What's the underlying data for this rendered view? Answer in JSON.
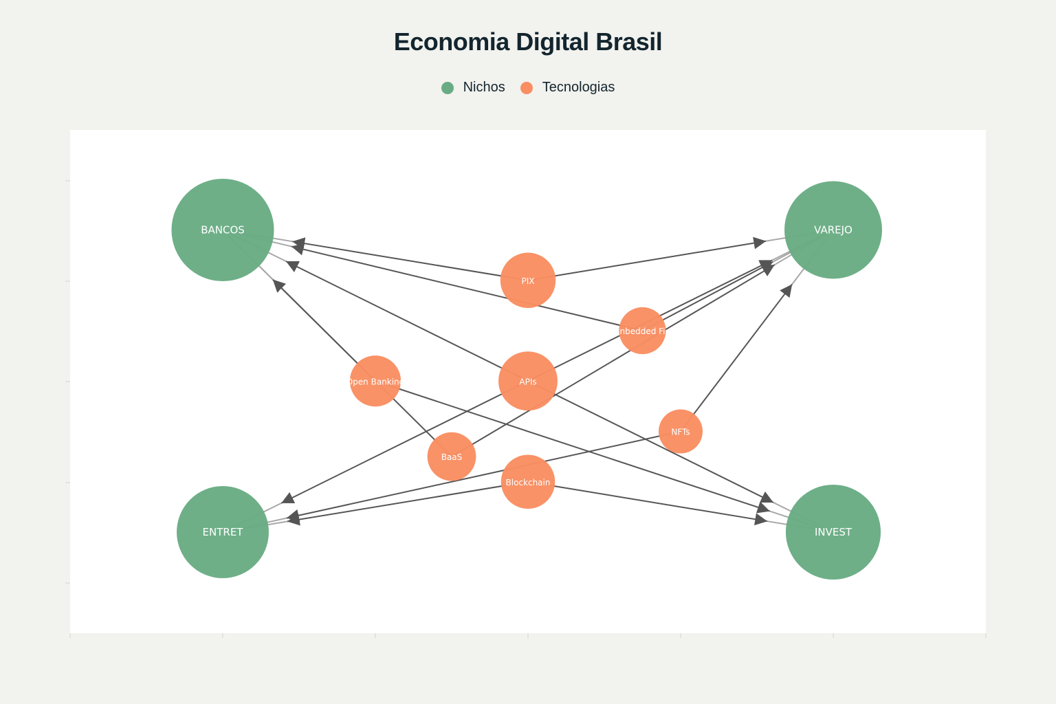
{
  "title": "Economia Digital Brasil",
  "legend": [
    {
      "label": "Nichos",
      "color": "#69ac84"
    },
    {
      "label": "Tecnologias",
      "color": "#f98e62"
    }
  ],
  "colors": {
    "niche": "#69ac84",
    "tech": "#f98e62",
    "edge": "#555555",
    "plot_bg": "#ffffff",
    "page_bg": "#f2f2ee"
  },
  "nodes": [
    {
      "id": "BANCOS",
      "label": "BANCOS",
      "group": "Nichos",
      "x": 0,
      "y": 3,
      "weight": 5
    },
    {
      "id": "VAREJO",
      "label": "VAREJO",
      "group": "Nichos",
      "x": 4,
      "y": 3,
      "weight": 4
    },
    {
      "id": "ENTRET",
      "label": "ENTRET",
      "group": "Nichos",
      "x": 0,
      "y": 0,
      "weight": 3
    },
    {
      "id": "INVEST",
      "label": "INVEST",
      "group": "Nichos",
      "x": 4,
      "y": 0,
      "weight": 3.5
    },
    {
      "id": "PIX",
      "label": "PIX",
      "group": "Tecnologias",
      "x": 2,
      "y": 2.5,
      "weight": 2.4
    },
    {
      "id": "EMBFIN",
      "label": "nbedded Fi",
      "group": "Tecnologias",
      "x": 2.75,
      "y": 2,
      "weight": 1.3
    },
    {
      "id": "OPENB",
      "label": "Open Banking",
      "group": "Tecnologias",
      "x": 1,
      "y": 1.5,
      "weight": 1.8
    },
    {
      "id": "APIS",
      "label": "APIs",
      "group": "Tecnologias",
      "x": 2,
      "y": 1.5,
      "weight": 3
    },
    {
      "id": "NFTS",
      "label": "NFTs",
      "group": "Tecnologias",
      "x": 3,
      "y": 1,
      "weight": 1
    },
    {
      "id": "BAAS",
      "label": "BaaS",
      "group": "Tecnologias",
      "x": 1.5,
      "y": 0.75,
      "weight": 1.5
    },
    {
      "id": "BLOCKCHAIN",
      "label": "Blockchain",
      "group": "Tecnologias",
      "x": 2,
      "y": 0.5,
      "weight": 2.2
    }
  ],
  "edges": [
    {
      "source": "PIX",
      "target": "BANCOS"
    },
    {
      "source": "PIX",
      "target": "VAREJO"
    },
    {
      "source": "EMBFIN",
      "target": "BANCOS"
    },
    {
      "source": "EMBFIN",
      "target": "VAREJO"
    },
    {
      "source": "OPENB",
      "target": "BANCOS"
    },
    {
      "source": "OPENB",
      "target": "INVEST"
    },
    {
      "source": "APIS",
      "target": "BANCOS"
    },
    {
      "source": "APIS",
      "target": "VAREJO"
    },
    {
      "source": "APIS",
      "target": "INVEST"
    },
    {
      "source": "APIS",
      "target": "ENTRET"
    },
    {
      "source": "NFTS",
      "target": "ENTRET"
    },
    {
      "source": "NFTS",
      "target": "VAREJO"
    },
    {
      "source": "BAAS",
      "target": "BANCOS"
    },
    {
      "source": "BAAS",
      "target": "VAREJO"
    },
    {
      "source": "BLOCKCHAIN",
      "target": "INVEST"
    },
    {
      "source": "BLOCKCHAIN",
      "target": "ENTRET"
    }
  ]
}
